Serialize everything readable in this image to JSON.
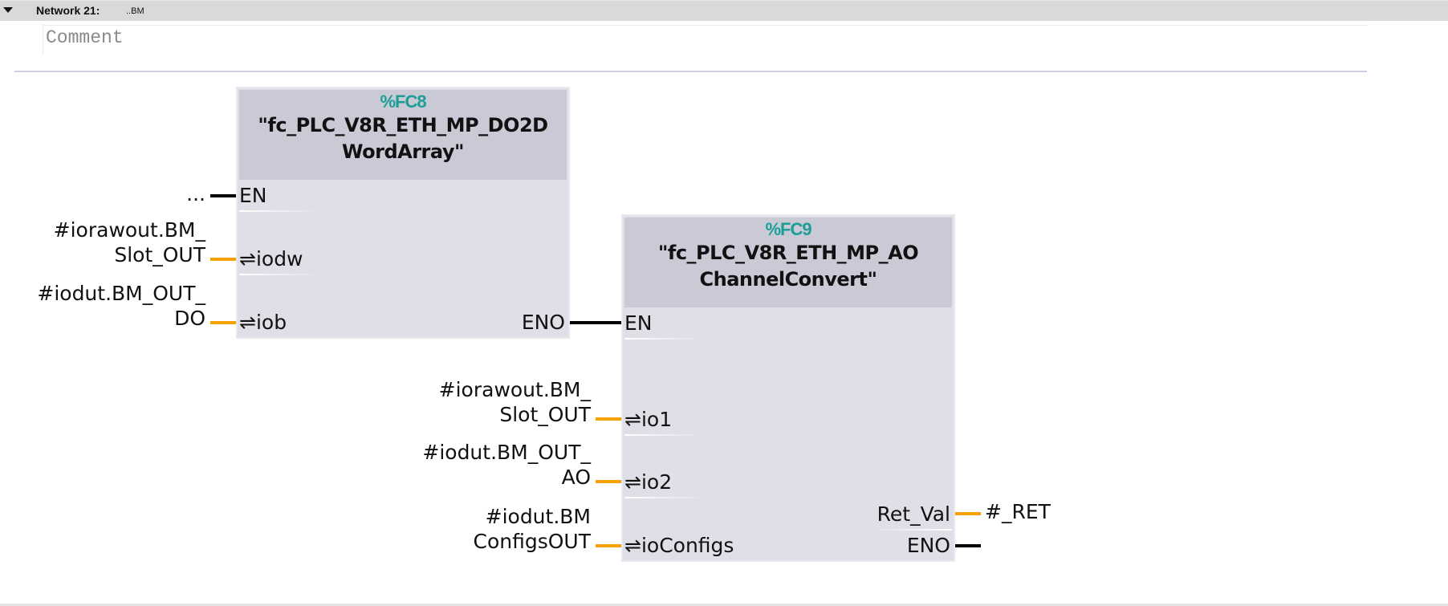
{
  "network": {
    "title": "Network 21:",
    "subtitle": "..BM",
    "collapse_icon": "triangle-down",
    "comment_placeholder": "Comment"
  },
  "colors": {
    "header_bg": "#d9d9d9",
    "block_body": "#dfdfe7",
    "block_header": "#c9cad6",
    "block_number": "#1a9e96",
    "bool_wire": "#000000",
    "data_wire": "#f5a100"
  },
  "fc8": {
    "number": "%FC8",
    "name_line1": "\"fc_PLC_V8R_ETH_MP_DO2D",
    "name_line2": "WordArray\"",
    "pins": {
      "en": "EN",
      "iodw": "⇌iodw",
      "iob": "⇌iob",
      "eno": "ENO"
    },
    "operands": {
      "en": "...",
      "iodw_line1": "#iorawout.BM_",
      "iodw_line2": "Slot_OUT",
      "iob_line1": "#iodut.BM_OUT_",
      "iob_line2": "DO"
    }
  },
  "fc9": {
    "number": "%FC9",
    "name_line1": "\"fc_PLC_V8R_ETH_MP_AO",
    "name_line2": "ChannelConvert\"",
    "pins": {
      "en": "EN",
      "io1": "⇌io1",
      "io2": "⇌io2",
      "ioconfigs": "⇌ioConfigs",
      "ret_val": "Ret_Val",
      "eno": "ENO"
    },
    "operands": {
      "io1_line1": "#iorawout.BM_",
      "io1_line2": "Slot_OUT",
      "io2_line1": "#iodut.BM_OUT_",
      "io2_line2": "AO",
      "ioconfigs_line1": "#iodut.BM",
      "ioconfigs_line2": "ConfigsOUT",
      "ret_val": "#_RET"
    }
  }
}
